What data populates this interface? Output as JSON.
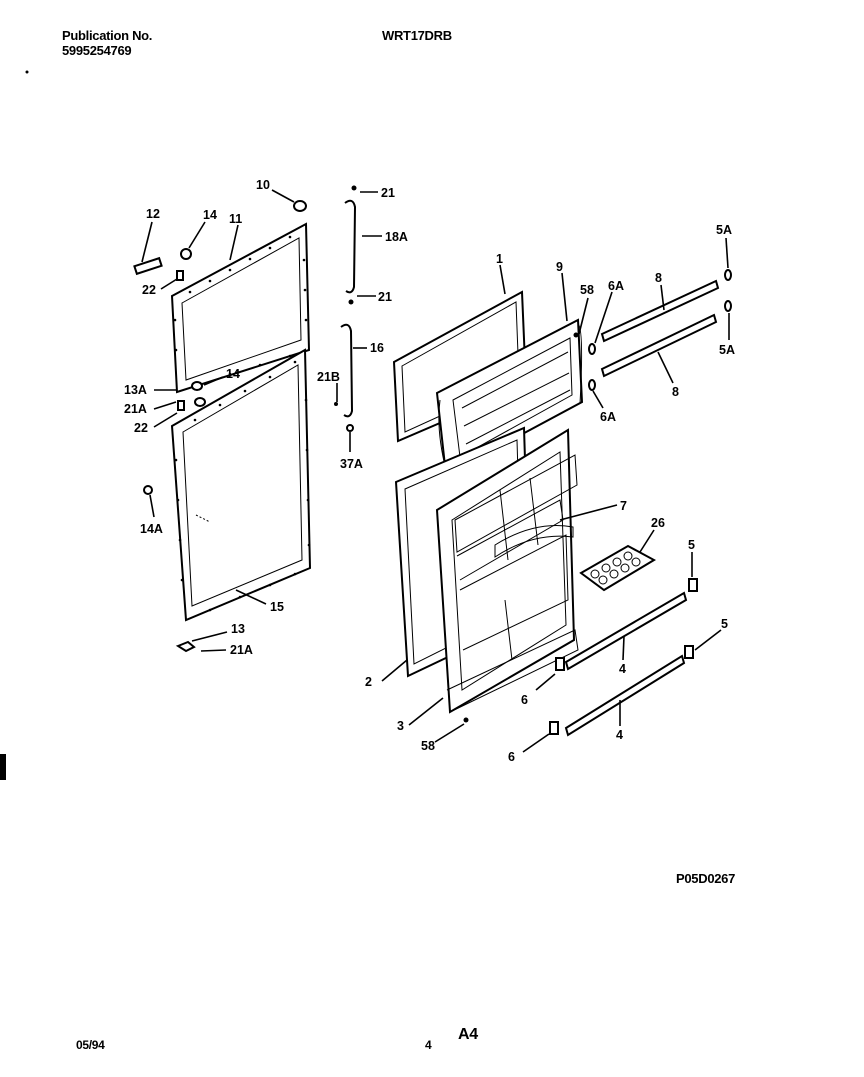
{
  "header": {
    "publication_label": "Publication No.",
    "publication_number": "5995254769",
    "model": "WRT17DRB"
  },
  "footer": {
    "date": "05/94",
    "page": "4",
    "section": "A4",
    "drawing_id": "P05D0267"
  },
  "callouts": {
    "c10": "10",
    "c12": "12",
    "c14a": "14",
    "c11": "11",
    "c22a": "22",
    "c21a": "21",
    "c18a": "18A",
    "c21b": "21",
    "c16": "16",
    "c21b2": "21B",
    "c37a": "37A",
    "c13a": "13A",
    "c14b": "14",
    "c21a2": "21A",
    "c22b": "22",
    "c14A": "14A",
    "c15": "15",
    "c13": "13",
    "c21a3": "21A",
    "c1": "1",
    "c9": "9",
    "c58a": "58",
    "c6a1": "6A",
    "c8a": "8",
    "c5a1": "5A",
    "c5a2": "5A",
    "c8b": "8",
    "c6a2": "6A",
    "c7": "7",
    "c26": "26",
    "c5b": "5",
    "c5c": "5",
    "c4a": "4",
    "c4b": "4",
    "c2": "2",
    "c3": "3",
    "c58b": "58",
    "c6b": "6",
    "c6c": "6"
  }
}
